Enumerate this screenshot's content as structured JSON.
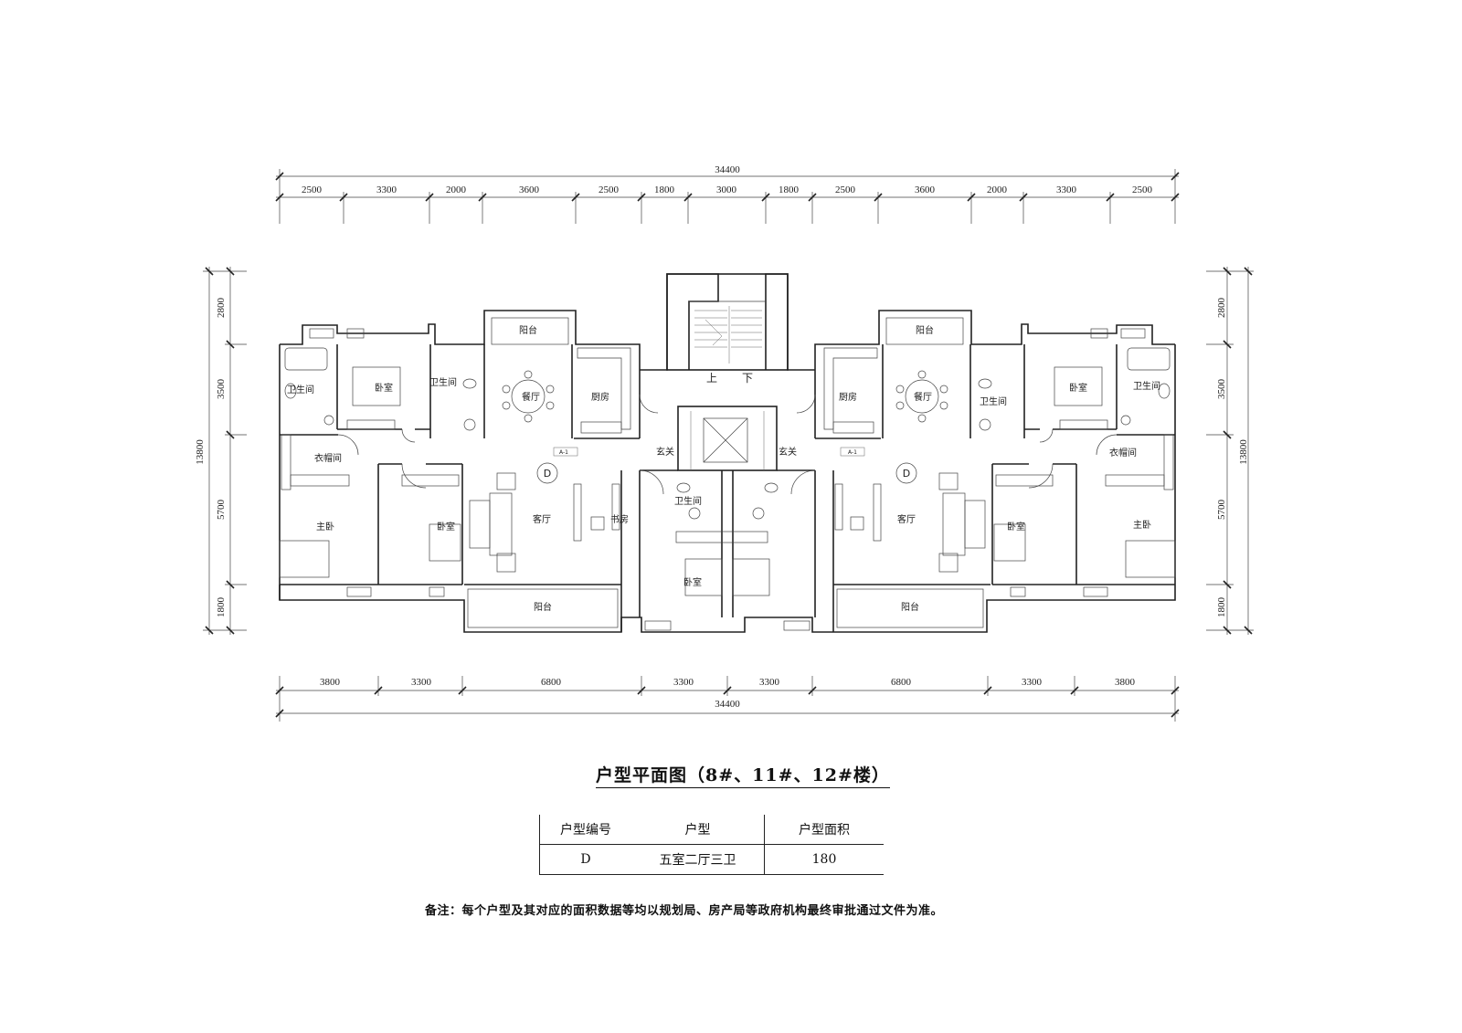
{
  "plan": {
    "top_dims": {
      "overall": "34400",
      "segments": [
        "2500",
        "3300",
        "2000",
        "3600",
        "2500",
        "1800",
        "3000",
        "1800",
        "2500",
        "3600",
        "2000",
        "3300",
        "2500"
      ]
    },
    "bottom_dims": {
      "overall": "34400",
      "segments": [
        "3800",
        "3300",
        "6800",
        "3300",
        "3300",
        "6800",
        "3300",
        "3800"
      ]
    },
    "left_dims": {
      "overall": "13800",
      "segments": [
        "2800",
        "3500",
        "5700",
        "1800"
      ]
    },
    "right_dims": {
      "overall": "13800",
      "segments": [
        "2800",
        "3500",
        "5700",
        "1800"
      ]
    },
    "rooms": {
      "bath_a": "卫生间",
      "bedroom_a": "卧室",
      "bath_b": "卫生间",
      "dining_l": "餐厅",
      "kitchen_l": "厨房",
      "balcony_top_l": "阳台",
      "cloak_l": "衣帽间",
      "master_l": "主卧",
      "bedroom_b": "卧室",
      "living_l": "客厅",
      "study": "书房",
      "foyer_l": "玄关",
      "stair_up": "上",
      "stair_down": "下",
      "tag_l": "A-1",
      "unit_mark_l": "D",
      "bath_center": "卫生间",
      "bedroom_center": "卧室",
      "balcony_bottom_l": "阳台",
      "foyer_r": "玄关",
      "kitchen_r": "厨房",
      "dining_r": "餐厅",
      "balcony_top_r": "阳台",
      "bath_c": "卫生间",
      "bedroom_c": "卧室",
      "bath_d": "卫生间",
      "cloak_r": "衣帽间",
      "living_r": "客厅",
      "bedroom_d": "卧室",
      "master_r": "主卧",
      "tag_r": "A-1",
      "unit_mark_r": "D",
      "balcony_bottom_r": "阳台"
    }
  },
  "title": {
    "main": "户型平面图",
    "sub": "（8#、11#、12#楼）"
  },
  "table": {
    "headers": [
      "户型编号",
      "户型",
      "户型面积"
    ],
    "rows": [
      [
        "D",
        "五室二厅三卫",
        "180"
      ]
    ]
  },
  "note": "备注：每个户型及其对应的面积数据等均以规划局、房产局等政府机构最终审批通过文件为准。"
}
